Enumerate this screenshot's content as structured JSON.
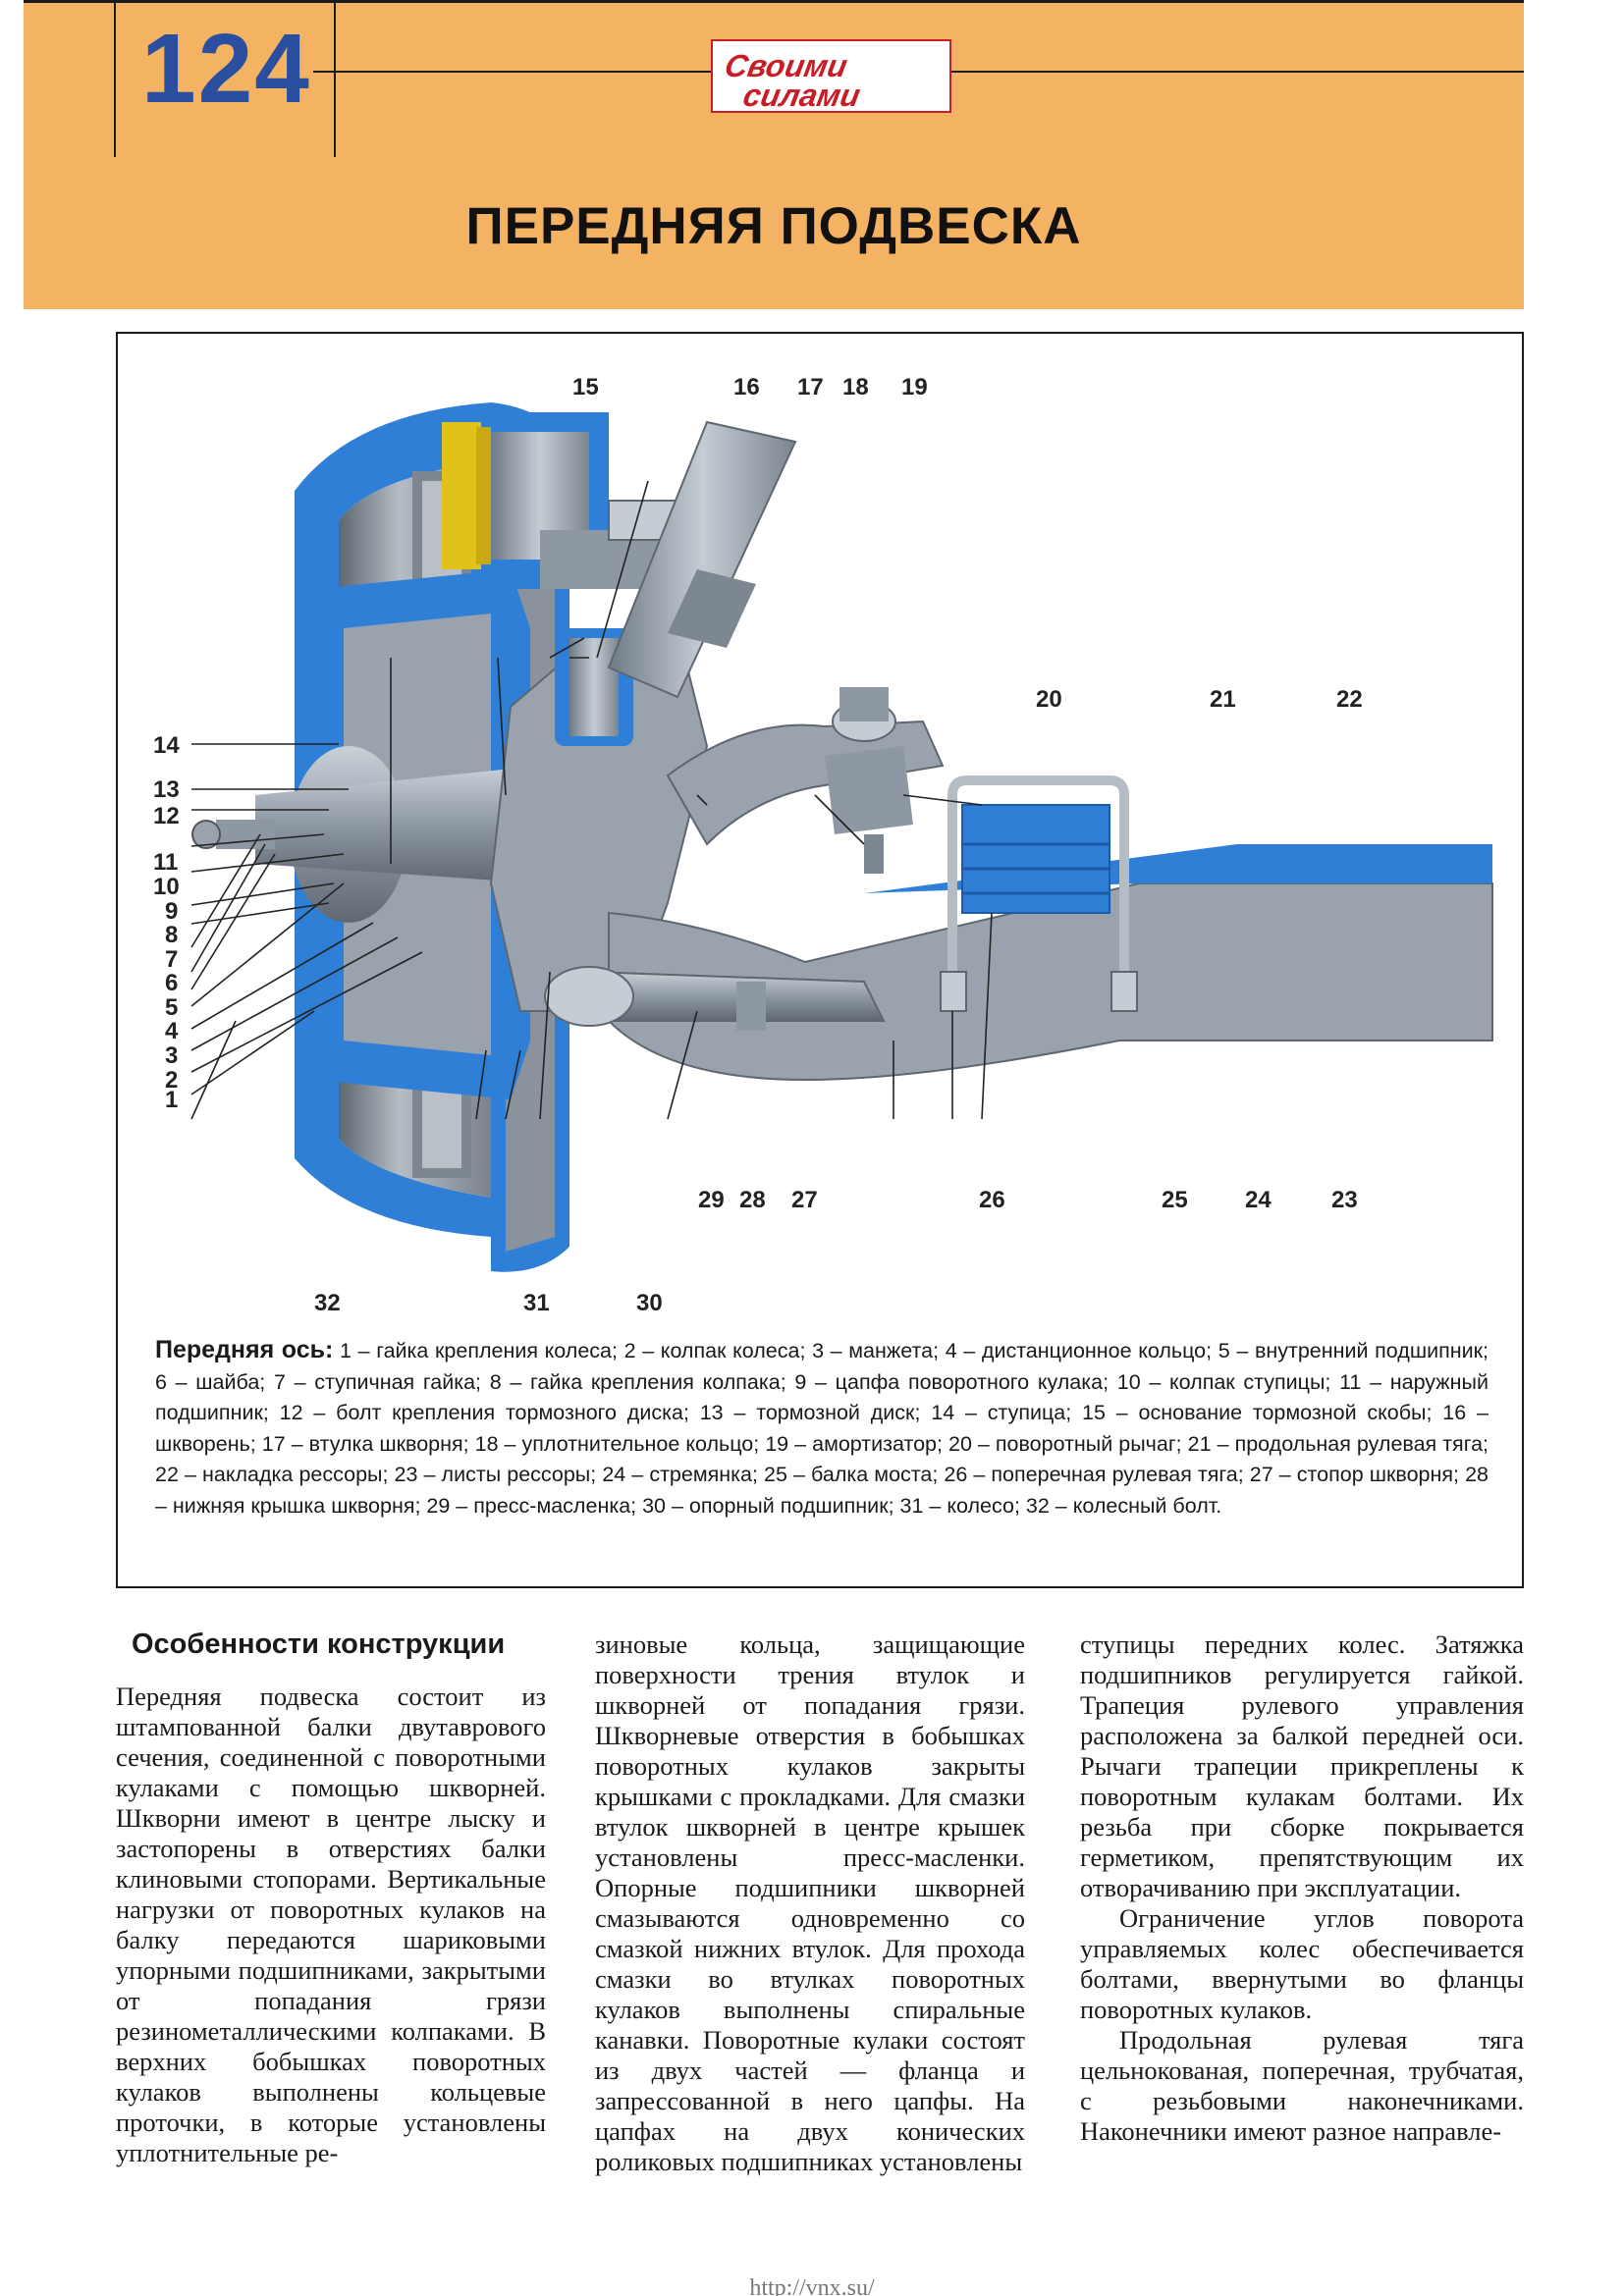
{
  "header": {
    "page_number": "124",
    "logo_line1": "Своими",
    "logo_line2": "силами",
    "title": "ПЕРЕДНЯЯ ПОДВЕСКА"
  },
  "figure": {
    "callouts": [
      "1",
      "2",
      "3",
      "4",
      "5",
      "6",
      "7",
      "8",
      "9",
      "10",
      "11",
      "12",
      "13",
      "14",
      "15",
      "16",
      "17",
      "18",
      "19",
      "20",
      "21",
      "22",
      "23",
      "24",
      "25",
      "26",
      "27",
      "28",
      "29",
      "30",
      "31",
      "32"
    ],
    "caption_lead": "Передняя ось:",
    "caption_text": " 1 – гайка крепления колеса; 2 – колпак колеса; 3 – манжета; 4 – дистанционное кольцо; 5 – внутренний подшипник; 6 – шайба; 7 – ступичная гайка; 8 – гайка крепления колпака; 9 – цапфа поворотного кулака; 10 – колпак ступицы; 11 – наружный подшипник; 12 – болт крепления тормозного диска; 13 – тормозной диск; 14 – ступица; 15 – основание тормозной скобы; 16 – шкворень; 17 – втулка шкворня; 18 – уплотнительное кольцо; 19 – амортизатор; 20 – поворотный рычаг; 21 – продольная рулевая тяга; 22 – накладка рессоры; 23 – листы рессоры; 24 – стремянка; 25 – балка моста; 26 – поперечная рулевая тяга; 27 – стопор шкворня; 28 – нижняя крышка шкворня; 29 – пресс-масленка; 30 – опорный подшипник; 31 – колесо; 32 – колесный болт."
  },
  "article": {
    "heading": "Особенности конструкции",
    "col1": "Передняя подвеска состоит из штампованной балки двутаврового сечения, соединенной с поворотными кулаками с помощью шкворней. Шкворни имеют в центре лыску и застопорены в отверстиях балки клиновыми стопорами. Вертикальные нагрузки от поворотных кулаков на балку передаются шариковыми упорными подшипниками, закрытыми от попадания грязи резинометаллическими колпаками. В верхних бобышках поворотных кулаков выполнены кольцевые проточки, в которые установлены уплотнительные ре-",
    "col2": "зиновые кольца, защищающие поверхности трения втулок и шкворней от попадания грязи. Шкворневые отверстия в бобышках поворотных кулаков закрыты крышками с прокладками. Для смазки втулок шкворней в центре крышек установлены пресс-масленки. Опорные подшипники шкворней смазываются одновременно со смазкой нижних втулок. Для прохода смазки во втулках поворотных кулаков выполнены спиральные канавки. Поворотные кулаки состоят из двух частей — фланца и запрессованной в него цапфы. На цапфах на двух конических роликовых подшипниках установлены",
    "col3_p1": "ступицы передних колес. Затяжка подшипников регулируется гайкой. Трапеция рулевого управления расположена за балкой передней оси. Рычаги трапеции прикреплены к поворотным кулакам болтами. Их резьба при сборке покрывается герметиком, препятствующим их отворачиванию при эксплуатации.",
    "col3_p2": "Ограничение углов поворота управляемых колес обеспечивается болтами, ввернутыми во фланцы поворотных кулаков.",
    "col3_p3": "Продольная рулевая тяга цельнокованая, поперечная, трубчатая, с резьбовыми наконечниками. Наконечники имеют разное направле-"
  },
  "footer": {
    "url": "http://vnx.su/"
  },
  "colors": {
    "header_band": "#f4b263",
    "page_number": "#2a4fa0",
    "logo_red": "#c81d25",
    "hub_blue": "#2f7fd6",
    "steel_gray": "#9aa3ad"
  }
}
